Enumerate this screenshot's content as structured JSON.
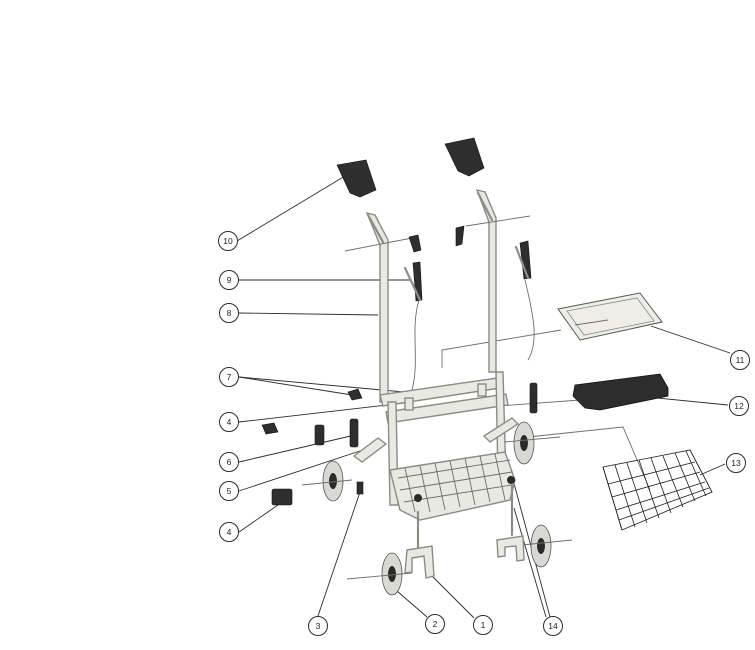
{
  "callouts": [
    {
      "id": "c1",
      "label": "1"
    },
    {
      "id": "c2",
      "label": "2"
    },
    {
      "id": "c3",
      "label": "3"
    },
    {
      "id": "c4a",
      "label": "4"
    },
    {
      "id": "c4b",
      "label": "4"
    },
    {
      "id": "c5",
      "label": "5"
    },
    {
      "id": "c6",
      "label": "6"
    },
    {
      "id": "c7",
      "label": "7"
    },
    {
      "id": "c8",
      "label": "8"
    },
    {
      "id": "c9",
      "label": "9"
    },
    {
      "id": "c10",
      "label": "10"
    },
    {
      "id": "c11",
      "label": "11"
    },
    {
      "id": "c12",
      "label": "12"
    },
    {
      "id": "c13",
      "label": "13"
    },
    {
      "id": "c14",
      "label": "14"
    }
  ],
  "colors": {
    "frame": "#e9e9e3",
    "dark_part": "#2e2e2e",
    "tray": "#eeeee6",
    "line": "#2b2b2b"
  }
}
